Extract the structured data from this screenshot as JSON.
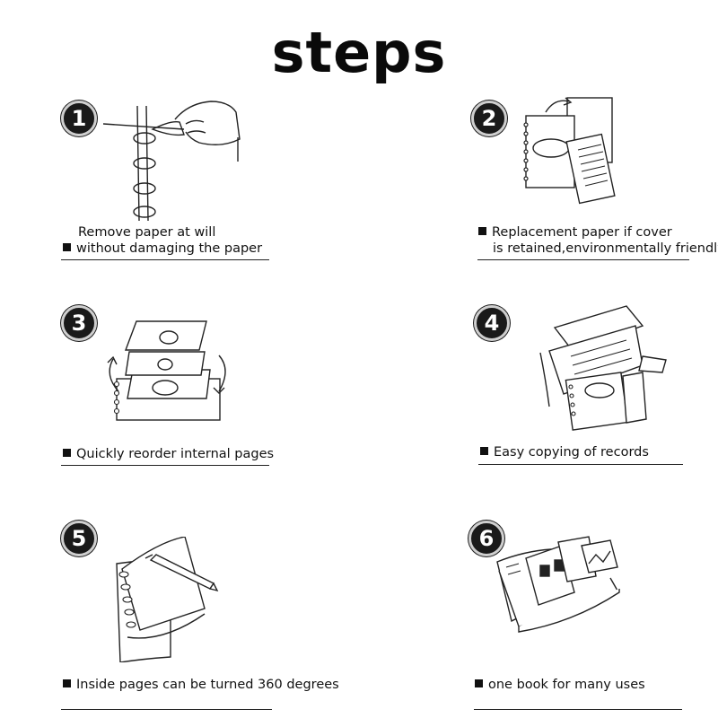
{
  "title": "steps",
  "steps": [
    {
      "number": "1",
      "line1": "Remove paper at will",
      "line2": "without damaging the paper"
    },
    {
      "number": "2",
      "line1": "Replacement paper if cover",
      "line2": "is retained,environmentally friendly"
    },
    {
      "number": "3",
      "line1": "Quickly reorder internal pages"
    },
    {
      "number": "4",
      "line1": "Easy copying of records"
    },
    {
      "number": "5",
      "line1": "Inside pages can be turned 360 degrees"
    },
    {
      "number": "6",
      "line1": "one book for many uses"
    }
  ],
  "colors": {
    "ink": "#111111",
    "badge": "#1a1a1a",
    "background": "#ffffff"
  }
}
